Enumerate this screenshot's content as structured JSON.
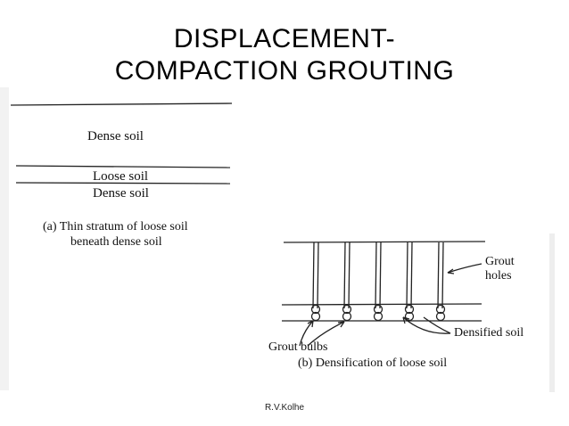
{
  "slide": {
    "title_line1": "DISPLACEMENT-",
    "title_line2": "COMPACTION GROUTING",
    "footer": "R.V.Kolhe"
  },
  "figure_a": {
    "dense_soil_top": "Dense soil",
    "loose_soil": "Loose soil",
    "dense_soil_bottom": "Dense soil",
    "caption_line1": "(a) Thin stratum of loose soil",
    "caption_line2": "beneath dense soil"
  },
  "figure_b": {
    "grout_holes_line1": "Grout",
    "grout_holes_line2": "holes",
    "densified_soil": "Densified soil",
    "grout_bulbs": "Grout bulbs",
    "caption": "(b) Densification of loose soil"
  }
}
